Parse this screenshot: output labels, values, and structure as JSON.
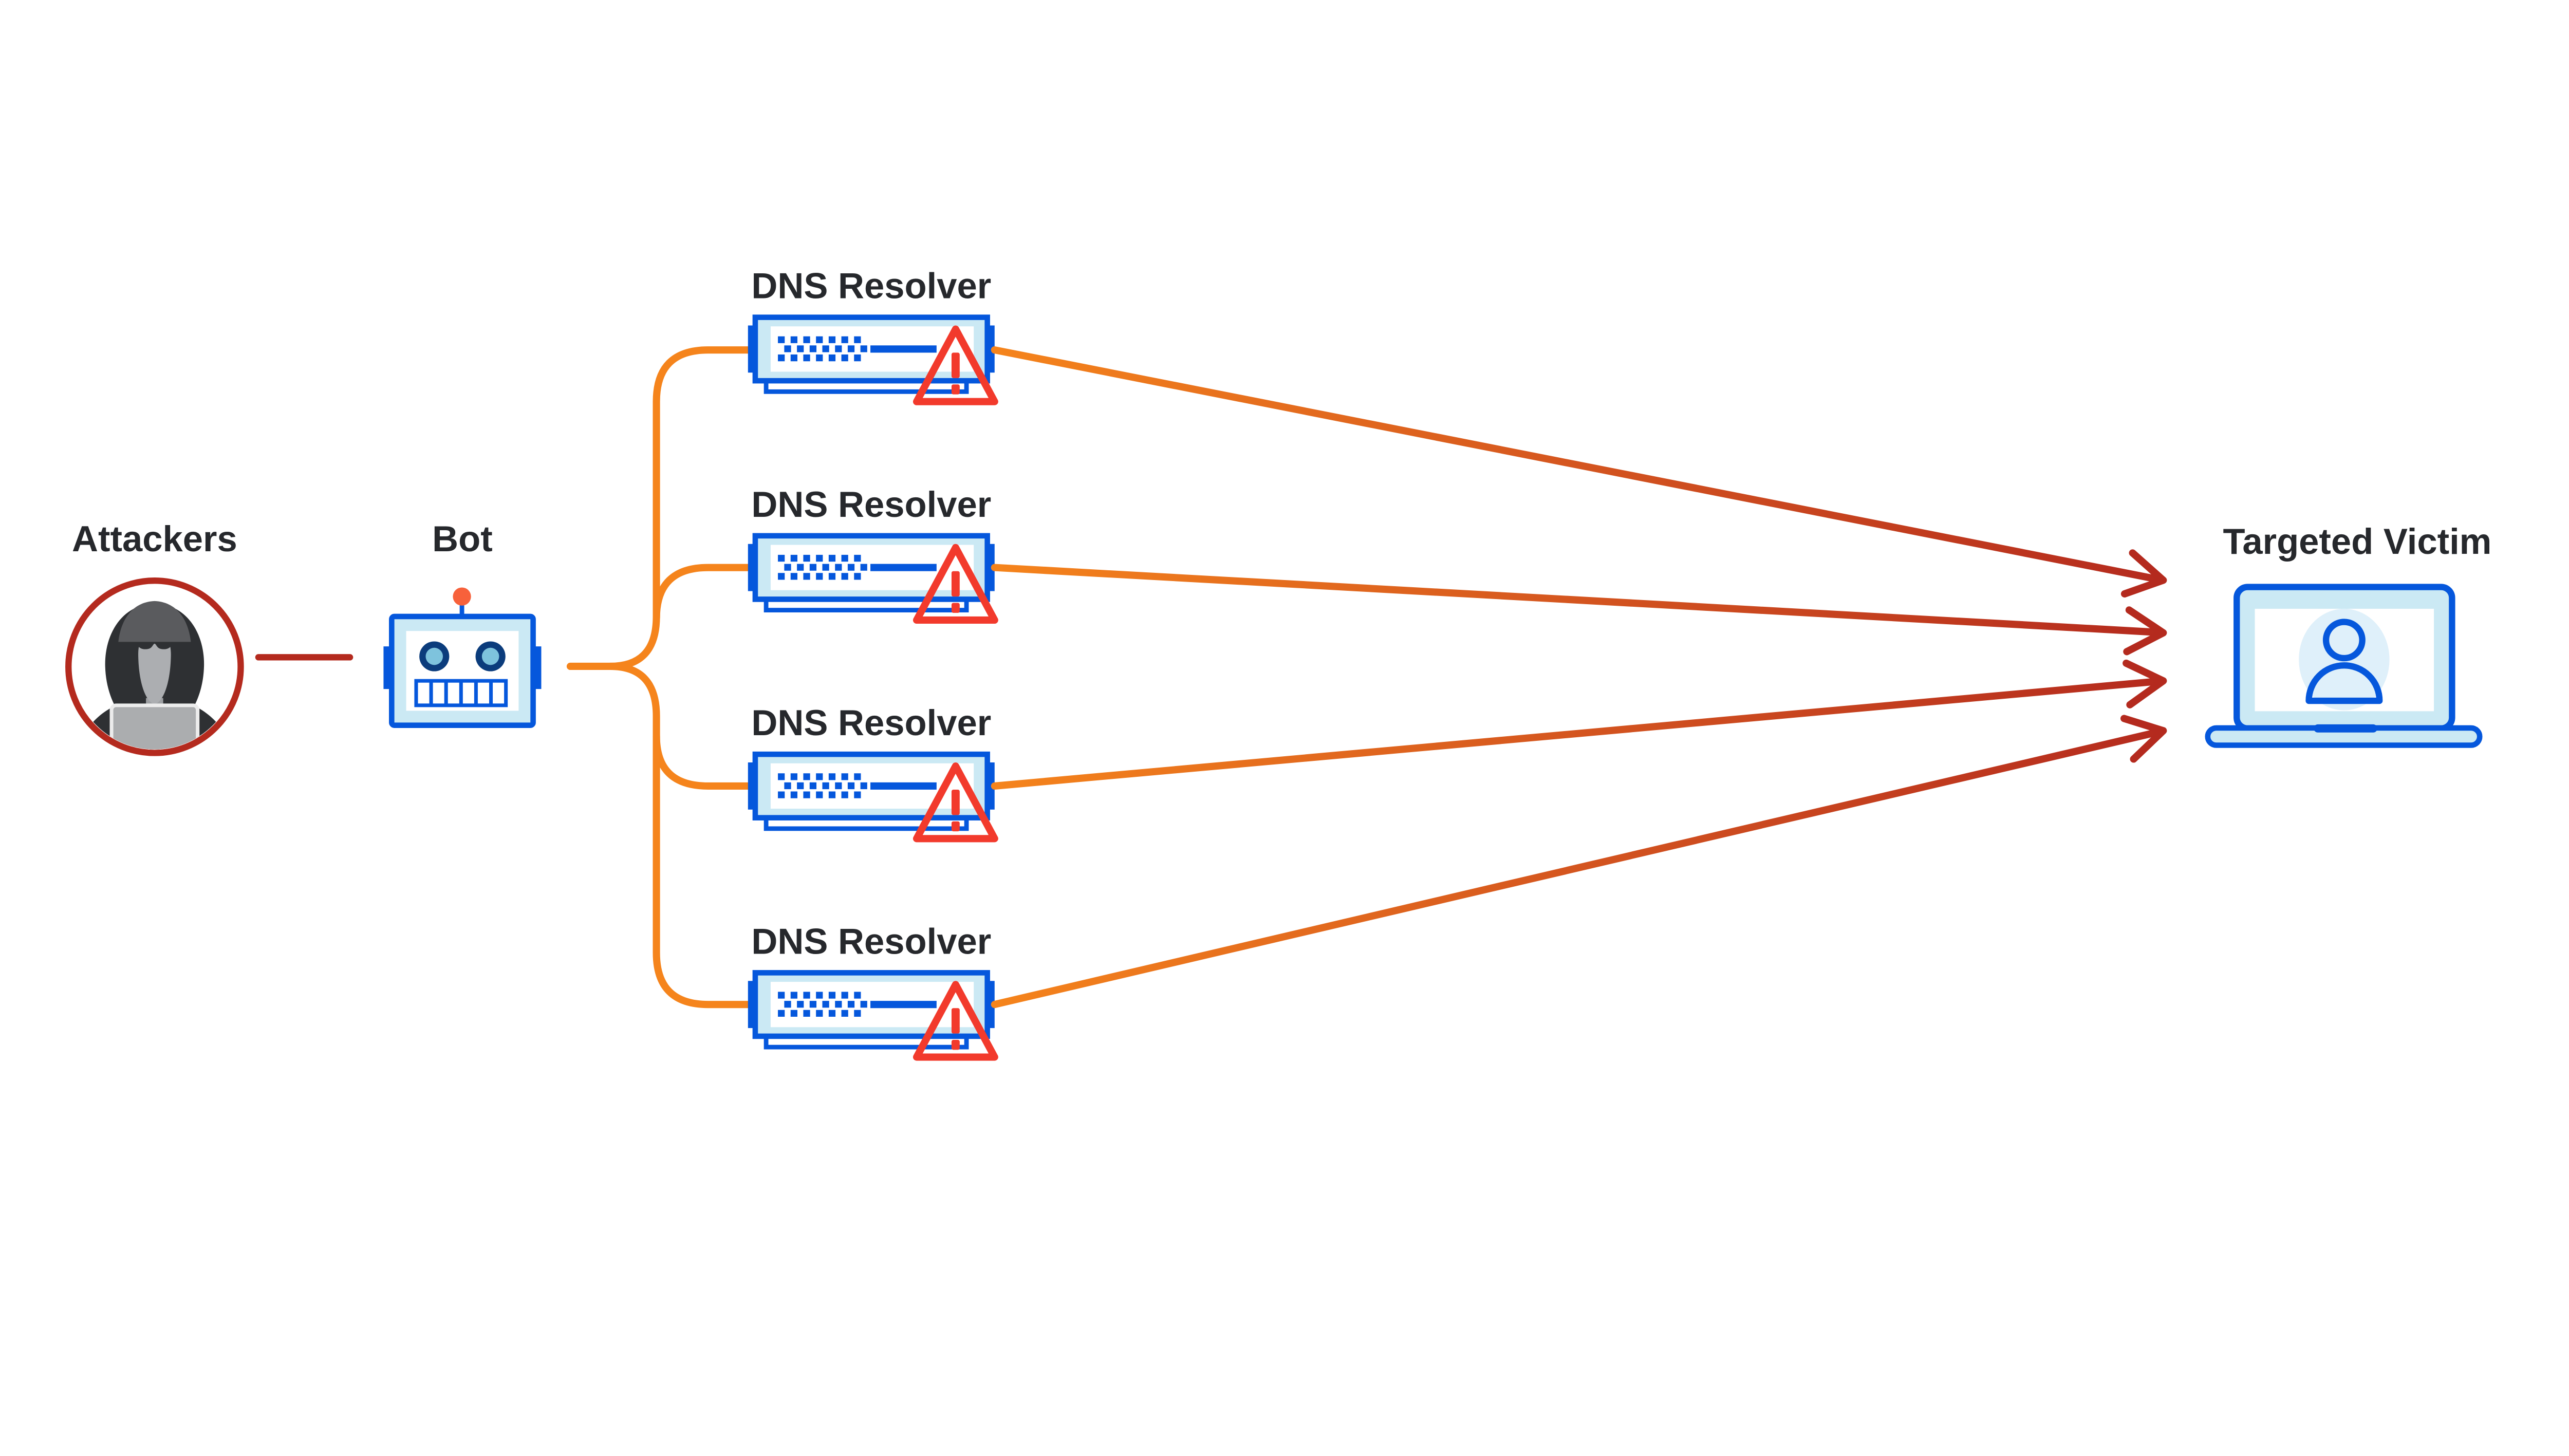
{
  "diagram": {
    "kind": "dns-amplification-ddos-attack-flow",
    "nodes": {
      "attackers": {
        "label": "Attackers"
      },
      "bot": {
        "label": "Bot"
      },
      "resolvers": [
        {
          "label": "DNS Resolver"
        },
        {
          "label": "DNS Resolver"
        },
        {
          "label": "DNS Resolver"
        },
        {
          "label": "DNS Resolver"
        }
      ],
      "victim": {
        "label": "Targeted Victim"
      }
    }
  },
  "colors": {
    "blue": "#0557DC",
    "navy": "#0B3C7C",
    "cyan": "#CBE9F4",
    "pale": "#DFF0FA",
    "eyeblue": "#7EC3DD",
    "orange": "#F5841C",
    "antenna": "#F7613B",
    "red": "#F23A2C",
    "darkred": "#B42A1E",
    "text": "#26282C"
  }
}
